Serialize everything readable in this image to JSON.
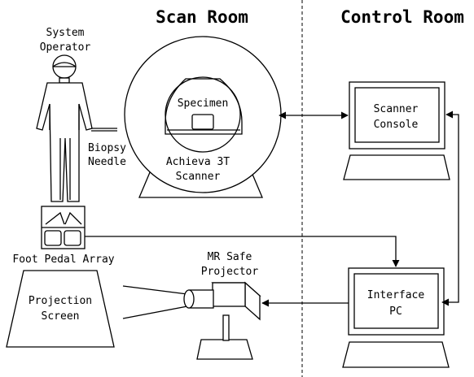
{
  "headers": {
    "scan_room": "Scan Room",
    "control_room": "Control Room"
  },
  "labels": {
    "system_operator_line1": "System",
    "system_operator_line2": "Operator",
    "biopsy_needle_line1": "Biopsy",
    "biopsy_needle_line2": "Needle",
    "specimen": "Specimen",
    "scanner_line1": "Achieva 3T",
    "scanner_line2": "Scanner",
    "foot_pedal_array": "Foot Pedal Array",
    "projection_screen_line1": "Projection",
    "projection_screen_line2": "Screen",
    "projector_line1": "MR Safe",
    "projector_line2": "Projector",
    "scanner_console_line1": "Scanner",
    "scanner_console_line2": "Console",
    "interface_pc_line1": "Interface",
    "interface_pc_line2": "PC"
  }
}
